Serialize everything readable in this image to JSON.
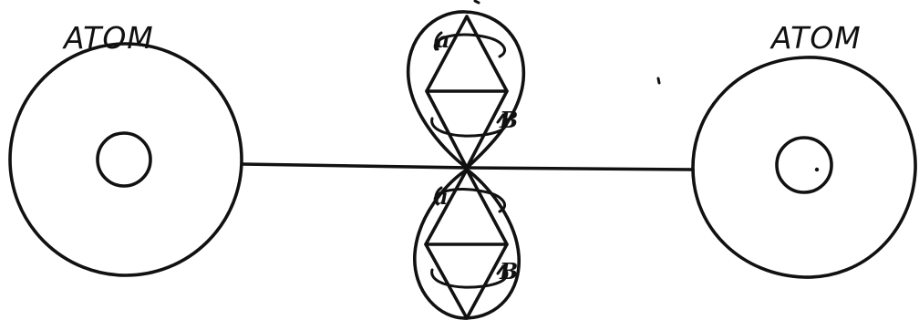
{
  "diagram": {
    "left_atom_label": "ATOM",
    "right_atom_label": "ATOM",
    "upper_lobe": {
      "top_spin_label": "a",
      "bottom_spin_label": "B"
    },
    "lower_lobe": {
      "top_spin_label": "a",
      "bottom_spin_label": "B"
    },
    "ink_color": "#111111",
    "background_color": "#ffffff"
  }
}
